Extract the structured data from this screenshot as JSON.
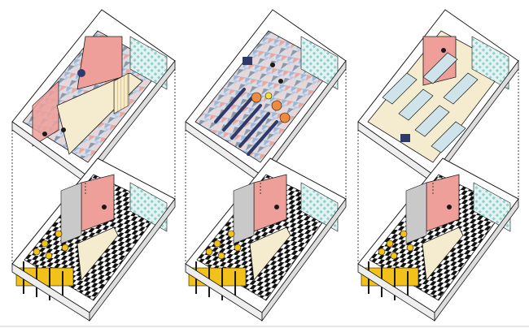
{
  "figure": {
    "variants": [
      {
        "id": "A",
        "upper_floor": "meeting-rooms"
      },
      {
        "id": "B",
        "upper_floor": "event-seating"
      },
      {
        "id": "C",
        "upper_floor": "private-offices"
      }
    ],
    "lower_floor": "cafe-lounge"
  },
  "colors": {
    "ink": "#1a1a1a",
    "pink": "#ef9f9a",
    "pink_dark": "#d98580",
    "cream": "#f5ecd0",
    "wood": "#e9d9b0",
    "glass": "#cfe4ea",
    "teal": "#8fd0cc",
    "navy": "#2f3a6b",
    "yellow": "#f2c21b",
    "orange": "#f08a3c",
    "grey": "#c9c9c9",
    "terrazzo_a": "#9fb6d6",
    "terrazzo_b": "#e9a7a0",
    "terrazzo_c": "#8e99a8"
  }
}
